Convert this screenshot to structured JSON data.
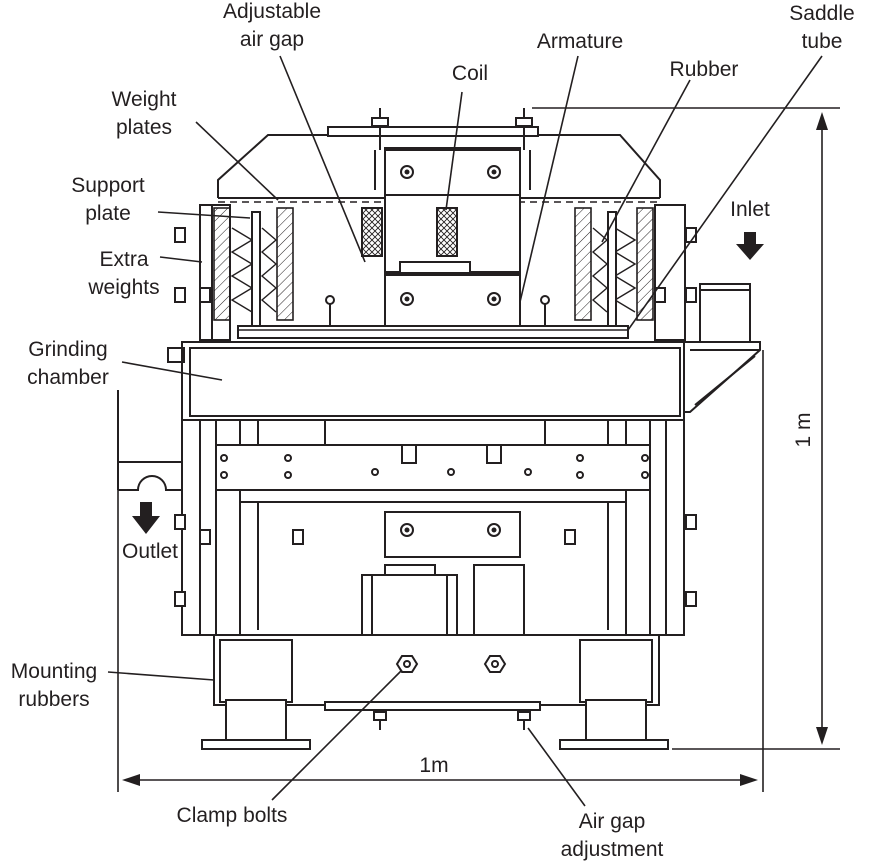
{
  "labels": {
    "adjustable_air_gap": [
      "Adjustable",
      "air gap"
    ],
    "coil": "Coil",
    "armature": "Armature",
    "rubber": "Rubber",
    "saddle_tube": [
      "Saddle",
      "tube"
    ],
    "weight_plates": [
      "Weight",
      "plates"
    ],
    "support_plate": [
      "Support",
      "plate"
    ],
    "extra_weights": [
      "Extra",
      "weights"
    ],
    "inlet": "Inlet",
    "grinding_chamber": [
      "Grinding",
      "chamber"
    ],
    "outlet": "Outlet",
    "mounting_rubbers": [
      "Mounting",
      "rubbers"
    ],
    "clamp_bolts": "Clamp bolts",
    "air_gap_adjustment": [
      "Air gap",
      "adjustment"
    ],
    "height_dimension": "1 m",
    "width_dimension": "1m"
  },
  "colors": {
    "ink": "#231f20",
    "paper": "#ffffff"
  }
}
